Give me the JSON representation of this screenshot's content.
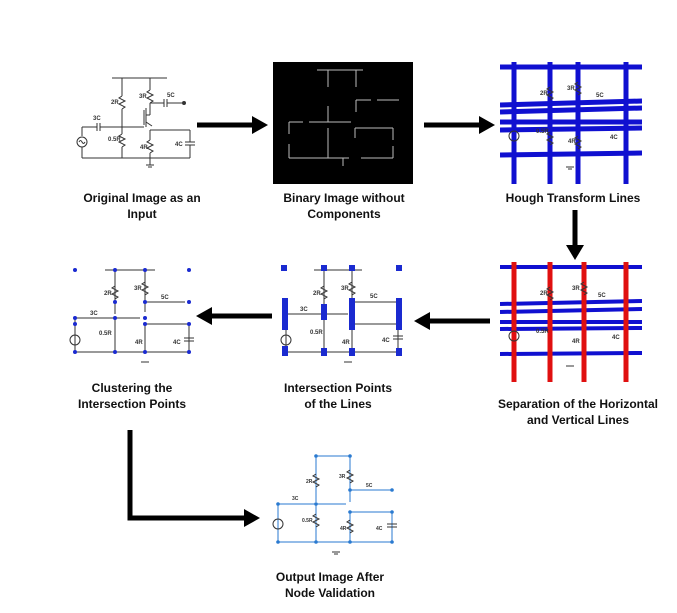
{
  "captions": {
    "original": [
      "Original Image as an",
      "Input"
    ],
    "binary": [
      "Binary Image without",
      "Components"
    ],
    "hough": [
      "Hough Transform Lines"
    ],
    "separation": [
      "Separation of the Horizontal",
      "and Vertical Lines"
    ],
    "intersection": [
      "Intersection Points",
      "of the Lines"
    ],
    "clustering": [
      "Clustering the",
      "Intersection Points"
    ],
    "output": [
      "Output Image After",
      "Node Validation"
    ]
  },
  "components": {
    "r2": "2R",
    "r3": "3R",
    "c5": "5C",
    "c3": "3C",
    "r05": "0.5R",
    "r4": "4R",
    "c4": "4C"
  },
  "colors": {
    "line": "#333333",
    "hough": "#1010d0",
    "vertical": "#e01010",
    "node": "#1a2ad0",
    "output_line": "#2a7ad0",
    "binary_bg": "#000000",
    "arrow": "#000000"
  }
}
